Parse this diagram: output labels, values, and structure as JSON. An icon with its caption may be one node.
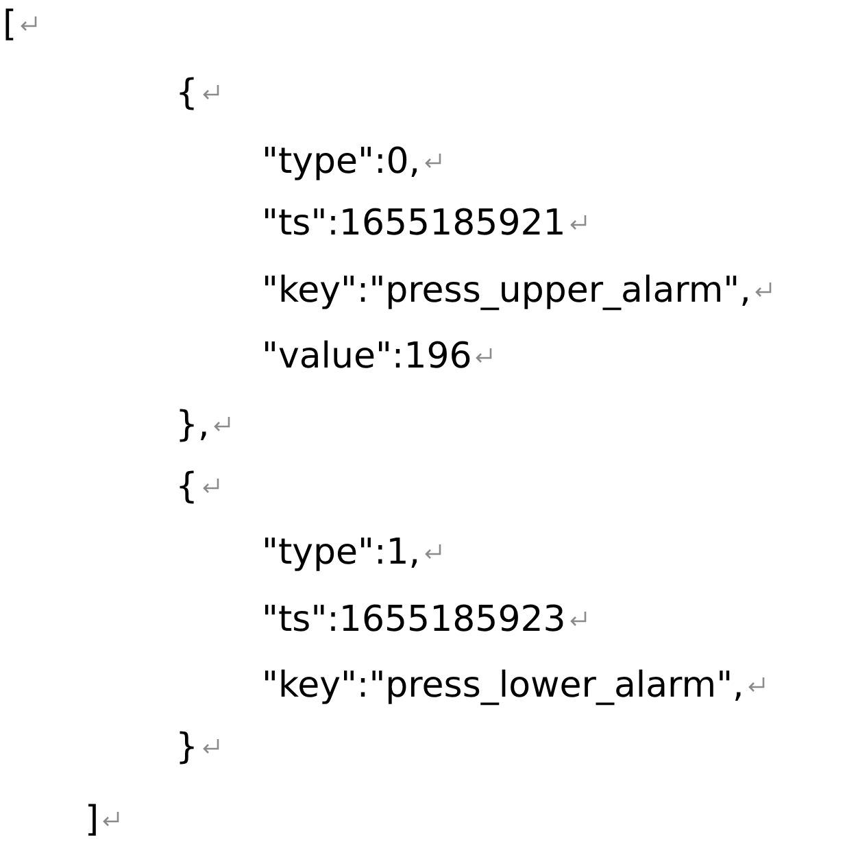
{
  "diagram": {
    "labels": [
      "[",
      "{",
      "\"type\":0,",
      "\"ts\":1655185921",
      "\"key\":\"press_upper_alarm\",",
      "\"value\":196",
      "},",
      "{",
      "\"type\":1,",
      "\"ts\":1655185923",
      "\"key\":\"press_lower_alarm\",",
      "}",
      "]"
    ]
  }
}
